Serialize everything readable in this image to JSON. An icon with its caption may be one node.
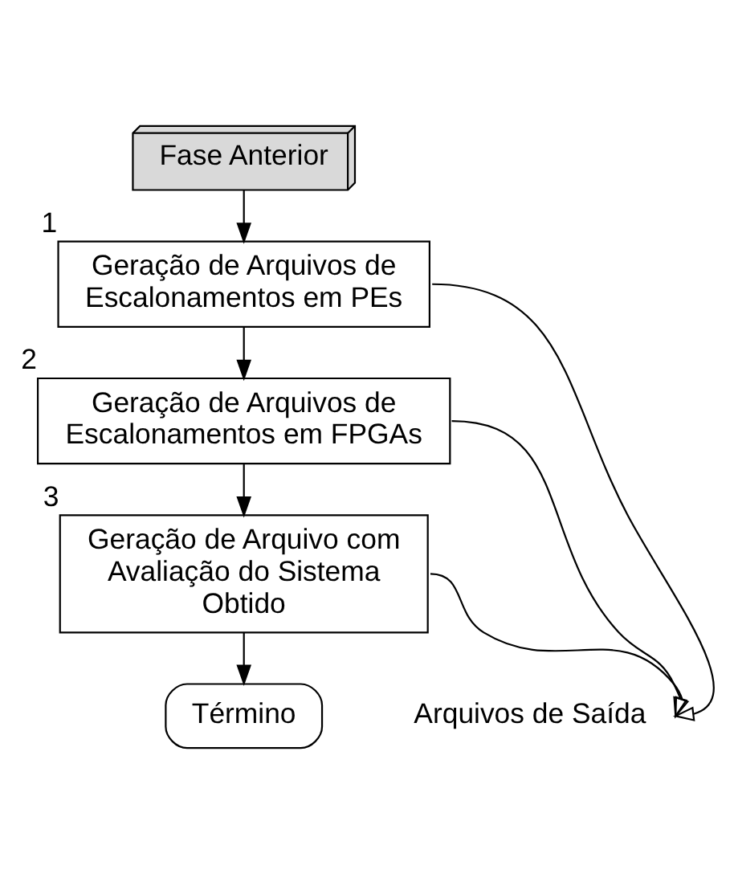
{
  "diagram": {
    "nodes": [
      {
        "text": [
          "Fase Anterior"
        ]
      },
      {
        "text": [
          "Geração de Arquivos de Escalonamentos em PEs"
        ],
        "beside": [
          "1"
        ]
      },
      {
        "text": [
          "Geração de Arquivos de Escalonamentos em FPGAs"
        ],
        "beside": [
          "2"
        ]
      },
      {
        "text": [
          "Geração de Arquivo com Avaliação do Sistema Obtido"
        ],
        "beside": [
          "3"
        ]
      },
      {
        "text": [
          "Arquivos de Saída"
        ]
      },
      {
        "text": [
          "Término"
        ]
      }
    ],
    "edges": [
      {
        "from": 0,
        "to": 1,
        "arrow": "to"
      },
      {
        "from": 1,
        "to": 2,
        "arrow": "to"
      },
      {
        "from": 2,
        "to": 3,
        "arrow": "to"
      },
      {
        "from": 3,
        "to": 5,
        "arrow": "to"
      },
      {
        "from": 1,
        "to": 4,
        "arrow": "to"
      },
      {
        "from": 2,
        "to": 4,
        "arrow": "to"
      },
      {
        "from": 3,
        "to": 4,
        "arrow": "to"
      }
    ]
  }
}
